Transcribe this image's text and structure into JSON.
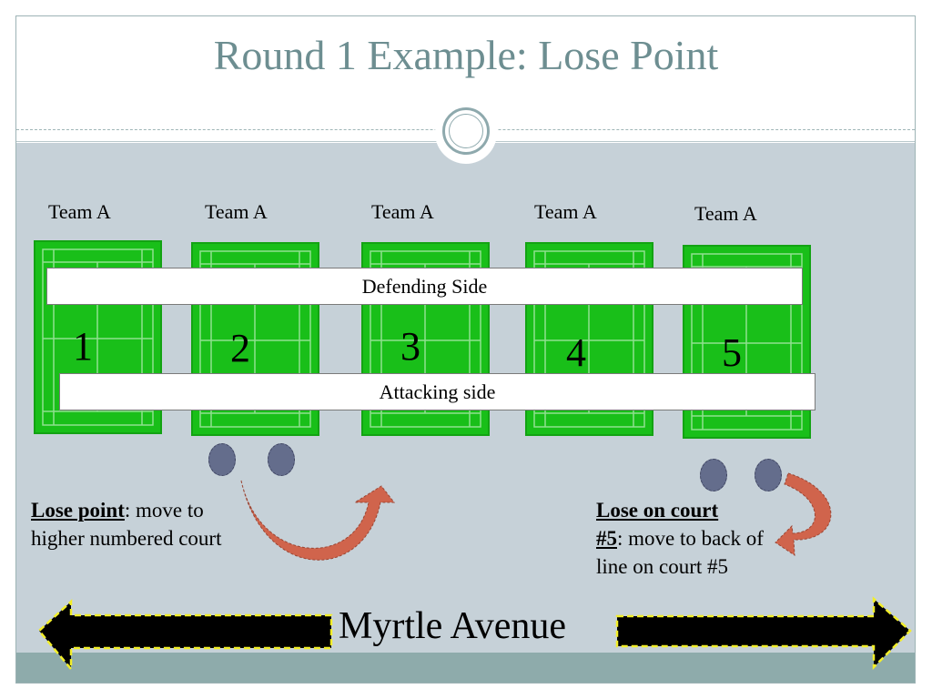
{
  "title": "Round 1 Example:  Lose Point",
  "teams": [
    {
      "label": "Team A",
      "court": "1"
    },
    {
      "label": "Team A",
      "court": "2"
    },
    {
      "label": "Team A",
      "court": "3"
    },
    {
      "label": "Team A",
      "court": "4"
    },
    {
      "label": "Team A",
      "court": "5"
    }
  ],
  "defending_label": "Defending Side",
  "attacking_label": "Attacking side",
  "note_left": {
    "strong": "Lose point",
    "rest": ": move to higher numbered court"
  },
  "note_right": {
    "strong1": "Lose on court",
    "strong2": "#5",
    "rest": ": move to back of line on court #5"
  },
  "street_label": "Myrtle Avenue",
  "colors": {
    "title": "#6d8e91",
    "band": "#c6d1d8",
    "court_green": "#19bf19",
    "player": "#646d8c",
    "arrow_curve": "#d0644c",
    "street_arrow_border": "#f2ee2a"
  }
}
